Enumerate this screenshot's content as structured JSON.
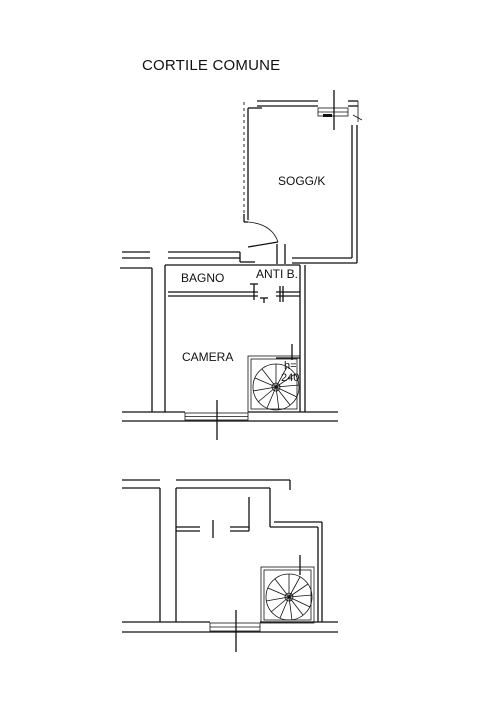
{
  "title": "CORTILE COMUNE",
  "rooms": {
    "soggiorno": "SOGG/K",
    "bagno": "BAGNO",
    "antibagno": "ANTI B.",
    "camera": "CAMERA"
  },
  "stair_height": {
    "prefix": "h=",
    "value": "240"
  }
}
